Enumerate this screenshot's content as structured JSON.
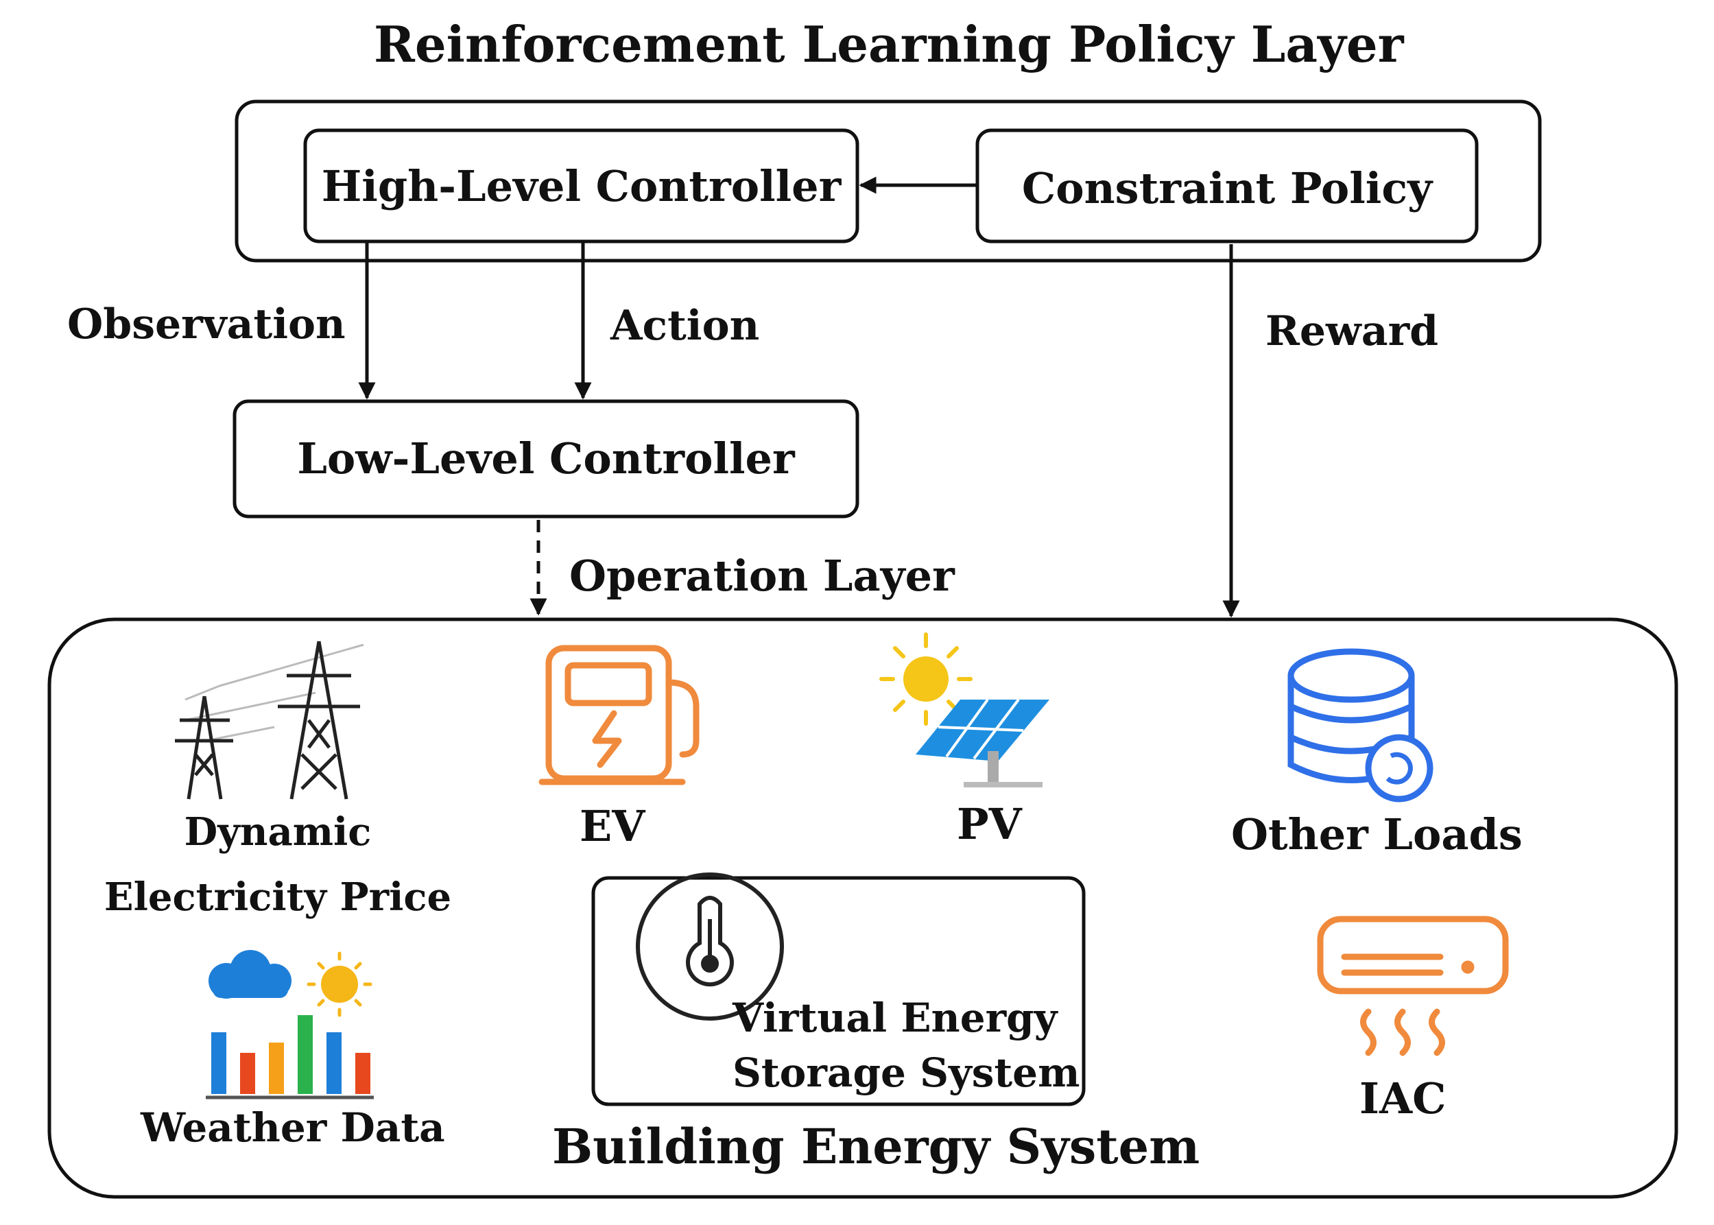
{
  "title": "Reinforcement Learning Policy Layer",
  "policy_layer": {
    "high_level_controller": "High-Level Controller",
    "constraint_policy": "Constraint Policy"
  },
  "edges": {
    "observation": "Observation",
    "action": "Action",
    "reward": "Reward",
    "operation_layer": "Operation Layer"
  },
  "low_level_controller": "Low-Level Controller",
  "building_system": {
    "title": "Building Energy System",
    "price_line1": "Dynamic",
    "price_line2": "Electricity Price",
    "ev": "EV",
    "pv": "PV",
    "other_loads": "Other Loads",
    "iac": "IAC",
    "weather": "Weather Data",
    "vess_line1": "Virtual Energy",
    "vess_line2": "Storage System"
  },
  "colors": {
    "ev_orange": "#f08a3c",
    "pv_blue": "#1e8fe0",
    "sun_yellow": "#f5c518",
    "database_blue": "#2f6fe8"
  },
  "icons": [
    "transmission-tower-icon",
    "ev-charger-icon",
    "solar-panel-icon",
    "database-icon",
    "air-conditioner-icon",
    "weather-chart-icon",
    "thermometer-icon"
  ]
}
